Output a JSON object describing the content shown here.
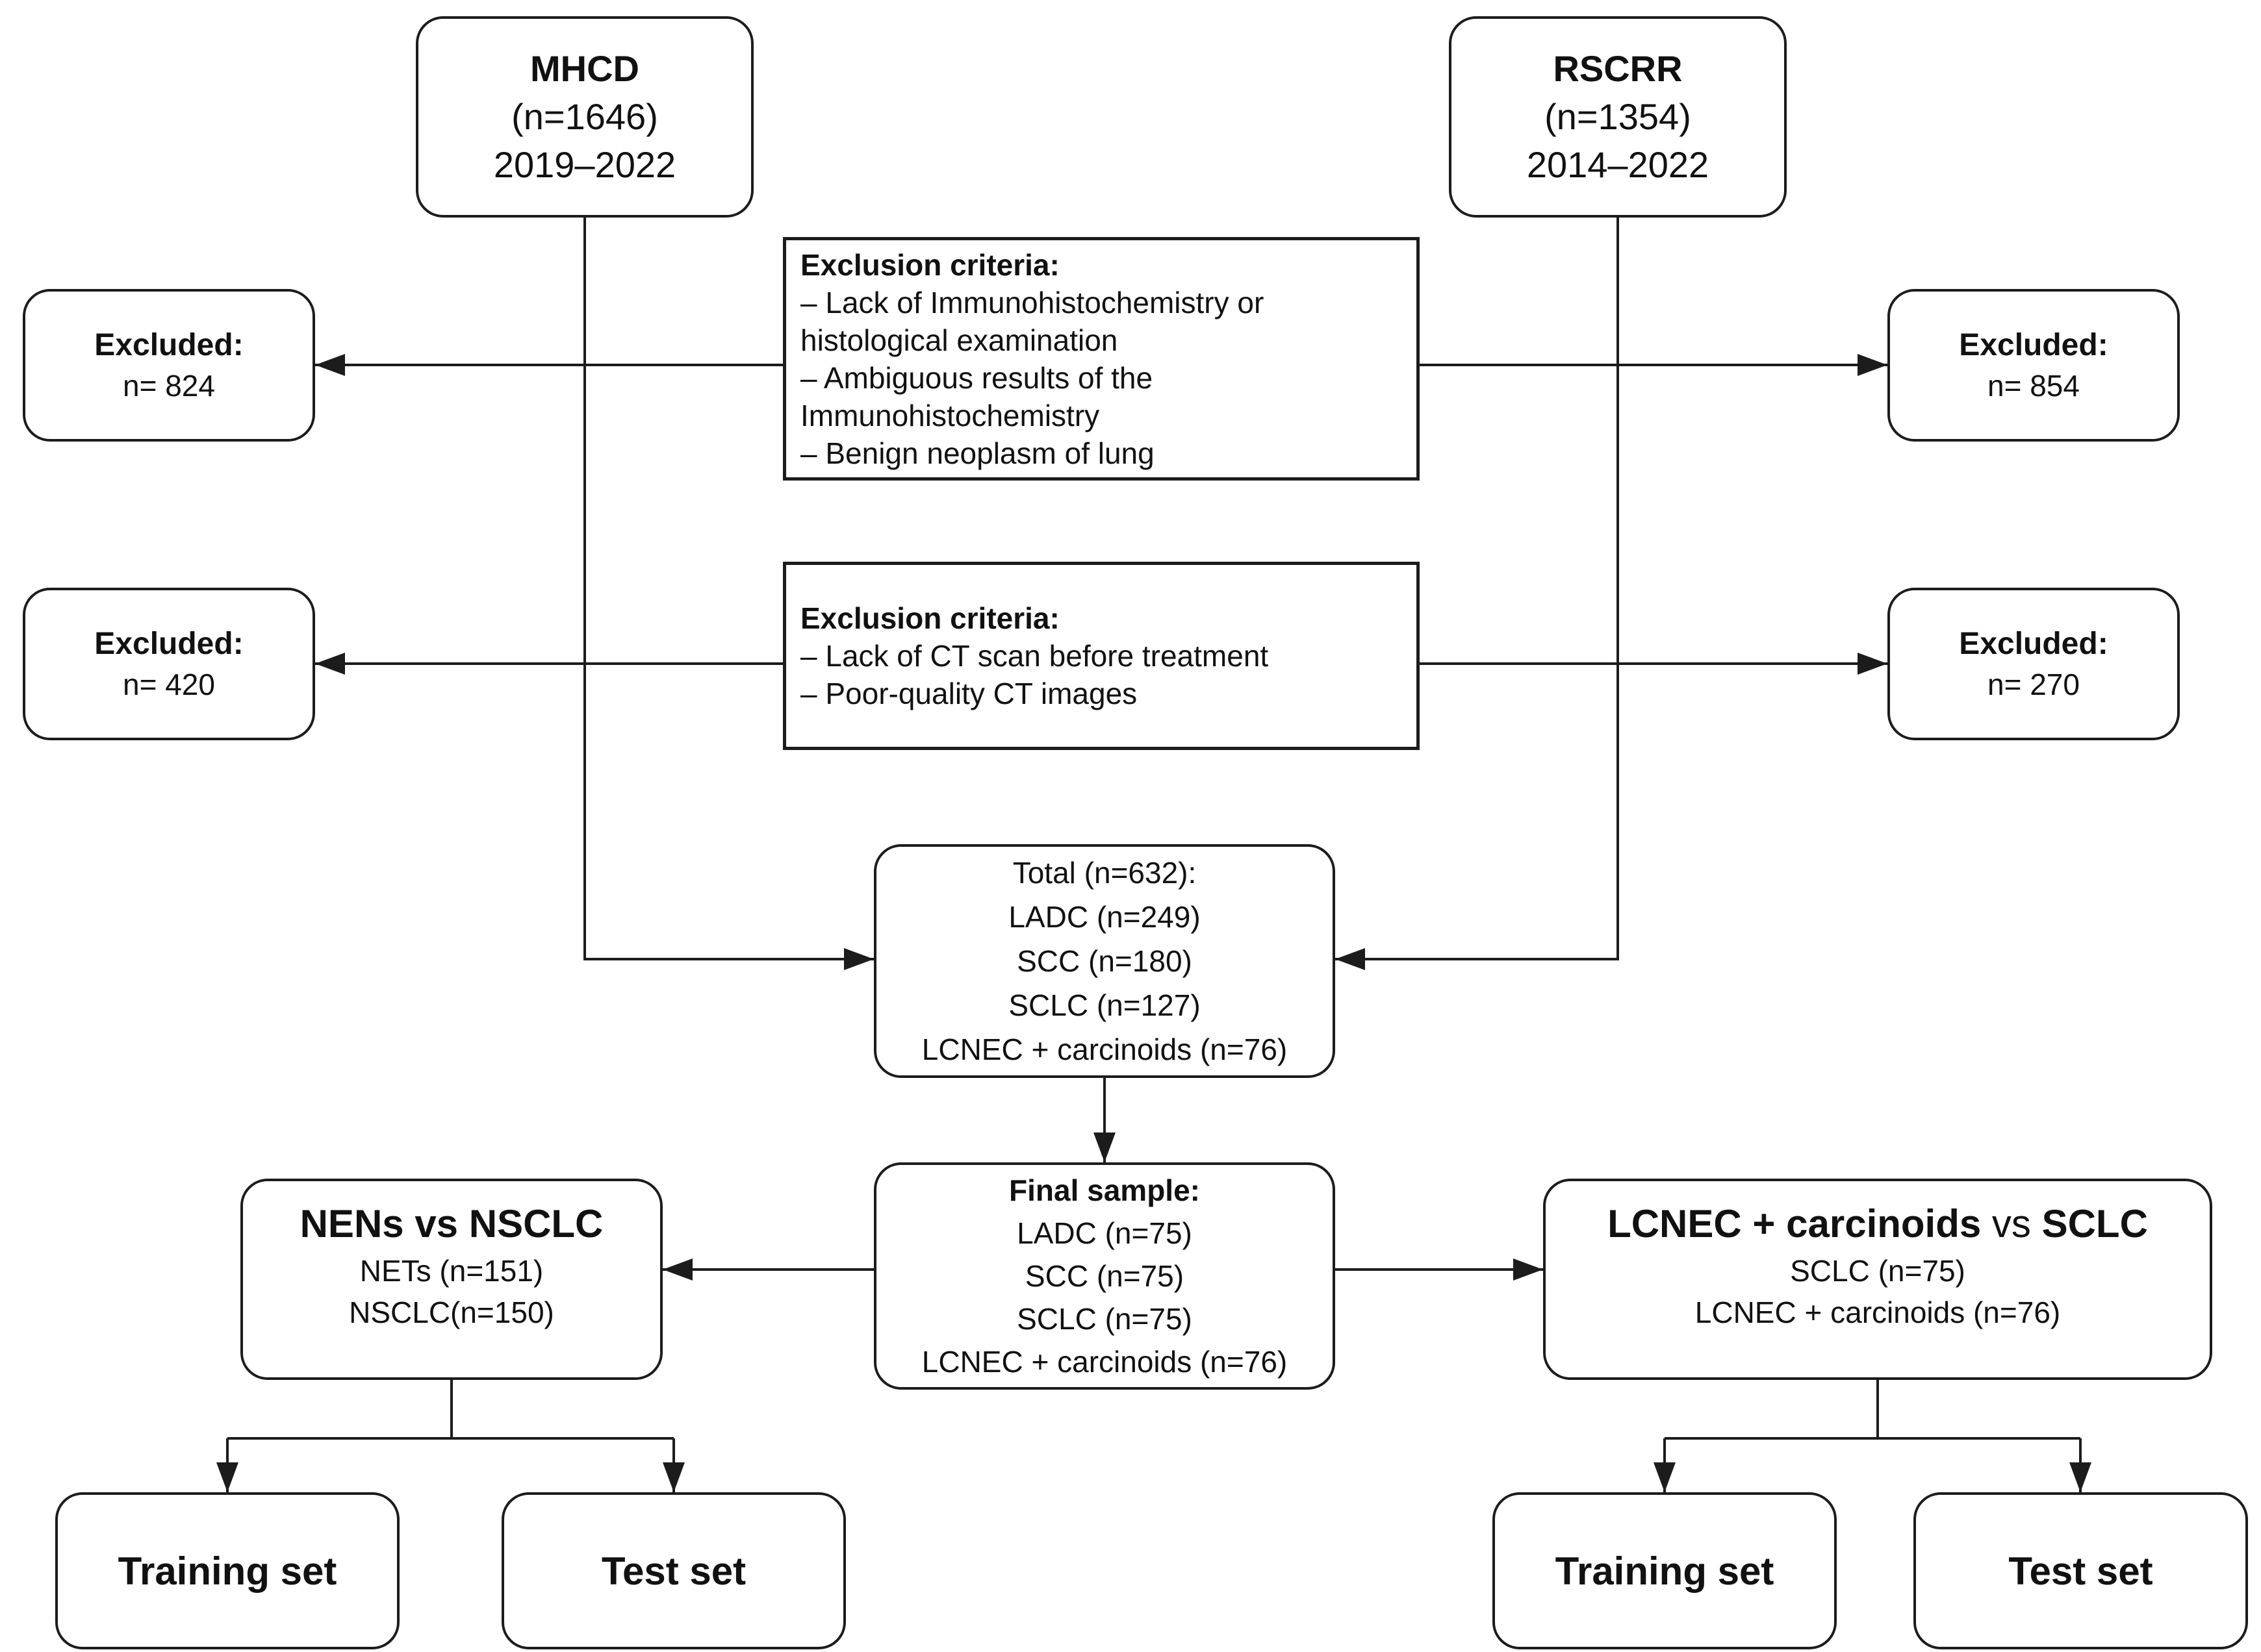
{
  "diagram": {
    "mhcd": {
      "title": "MHCD",
      "n": "(n=1646)",
      "years": "2019–2022"
    },
    "rscrr": {
      "title": "RSCRR",
      "n": "(n=1354)",
      "years": "2014–2022"
    },
    "exclusion1": {
      "heading": "Exclusion criteria:",
      "items": [
        "– Lack of Immunohistochemistry or histological examination",
        "– Ambiguous results of the Immunohistochemistry",
        "– Benign neoplasm of lung"
      ]
    },
    "exclusion2": {
      "heading": "Exclusion criteria:",
      "items": [
        "– Lack of CT scan before treatment",
        "– Poor-quality CT images"
      ]
    },
    "excluded": [
      {
        "label": "Excluded:",
        "value": "n= 824"
      },
      {
        "label": "Excluded:",
        "value": "n= 854"
      },
      {
        "label": "Excluded:",
        "value": "n= 420"
      },
      {
        "label": "Excluded:",
        "value": "n= 270"
      }
    ],
    "total": {
      "lines": [
        "Total (n=632):",
        "LADC (n=249)",
        "SCC (n=180)",
        "SCLC (n=127)",
        "LCNEC + carcinoids (n=76)"
      ]
    },
    "final": {
      "heading": "Final sample:",
      "lines": [
        "LADC (n=75)",
        "SCC (n=75)",
        "SCLC (n=75)",
        "LCNEC + carcinoids (n=76)"
      ]
    },
    "nens": {
      "title": "NENs vs NSCLC",
      "lines": [
        "NETs (n=151)",
        "NSCLC(n=150)"
      ]
    },
    "lcnec": {
      "title_part1": "LCNEC + carcinoids",
      "title_vs": " vs ",
      "title_part2": "SCLC",
      "lines": [
        "SCLC (n=75)",
        "LCNEC + carcinoids (n=76)"
      ]
    },
    "sets": {
      "training": "Training set",
      "test": "Test set"
    }
  }
}
